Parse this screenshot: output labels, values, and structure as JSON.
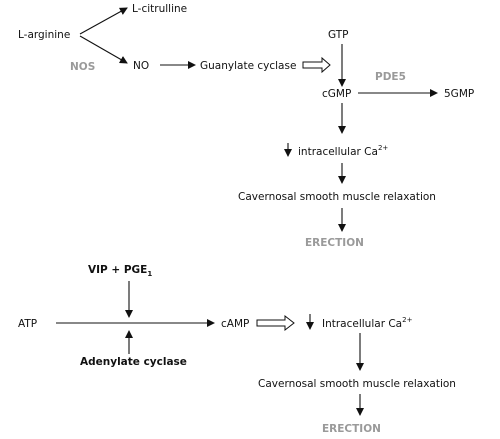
{
  "pathway_no": {
    "l_arginine": "L-arginine",
    "l_citrulline": "L-citrulline",
    "nos": "NOS",
    "no": "NO",
    "guanylate_cyclase": "Guanylate cyclase",
    "gtp": "GTP",
    "pde5": "PDE5",
    "cgmp": "cGMP",
    "five_gmp": "5GMP",
    "intracellular_ca": "intracellular Ca",
    "ca_charge": "2+",
    "relaxation": "Cavernosal smooth muscle relaxation",
    "erection": "ERECTION"
  },
  "pathway_camp": {
    "vip_pge": "VIP + PGE",
    "pge_sub": "1",
    "atp": "ATP",
    "adenylate_cyclase": "Adenylate cyclase",
    "camp": "cAMP",
    "intracellular_ca": "Intracellular Ca",
    "ca_charge": "2+",
    "relaxation": "Cavernosal smooth muscle relaxation",
    "erection": "ERECTION"
  },
  "colors": {
    "text": "#111111",
    "highlight": "#9a9a9a"
  }
}
